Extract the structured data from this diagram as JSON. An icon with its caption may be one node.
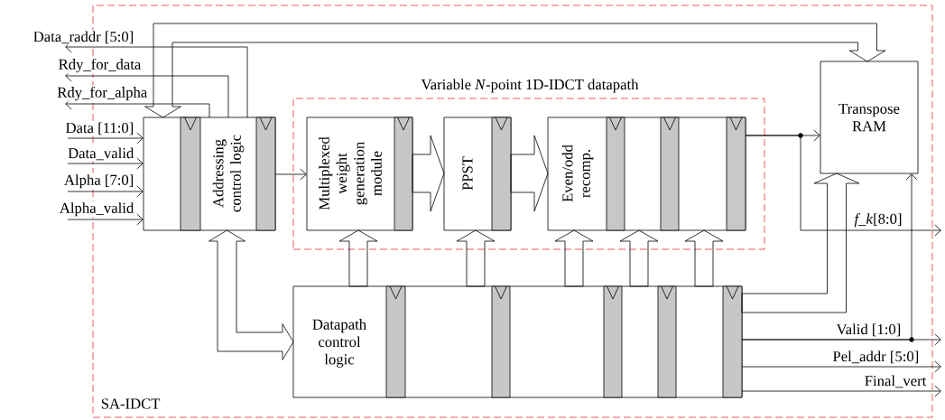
{
  "diagram": {
    "nodes": [
      {
        "text": [
          "SA-IDCT"
        ]
      },
      {
        "text": [
          "Variable *N*-point 1D-IDCT datapath"
        ],
        "in": 0
      },
      {
        "text": [
          "Addressing control logic"
        ],
        "in": 0
      },
      {
        "text": [
          "Multiplexed weight generation module"
        ],
        "in": 1
      },
      {
        "text": [
          "PPST"
        ],
        "in": 1
      },
      {
        "text": [
          "Even/odd recomp."
        ],
        "in": 1
      },
      {
        "text": [
          "Transpose RAM"
        ],
        "in": 0
      },
      {
        "text": [
          "Datapath control logic"
        ],
        "in": 0
      }
    ],
    "edges": [
      {
        "from": null,
        "to": 2,
        "arrow": "to",
        "label": "Data [11:0]"
      },
      {
        "from": null,
        "to": 2,
        "arrow": "to",
        "label": "Data_valid"
      },
      {
        "from": null,
        "to": 2,
        "arrow": "to",
        "label": "Alpha [7:0]"
      },
      {
        "from": null,
        "to": 2,
        "arrow": "to",
        "label": "Alpha_valid"
      },
      {
        "from": 2,
        "to": null,
        "arrow": "to",
        "label": "Data_raddr [5:0]"
      },
      {
        "from": 2,
        "to": null,
        "arrow": "to",
        "label": "Rdy_for_data"
      },
      {
        "from": 2,
        "to": null,
        "arrow": "to",
        "label": "Rdy_for_alpha"
      },
      {
        "from": 2,
        "to": 6,
        "arrow": "both",
        "style": "thick"
      },
      {
        "from": 2,
        "to": 3,
        "arrow": "to"
      },
      {
        "from": 3,
        "to": 4,
        "arrow": "to",
        "style": "thick"
      },
      {
        "from": 4,
        "to": 5,
        "arrow": "to",
        "style": "thick"
      },
      {
        "from": 5,
        "to": 6,
        "arrow": "to"
      },
      {
        "from": 5,
        "to": null,
        "arrow": "to",
        "label": "*f_k*[8:0]"
      },
      {
        "from": 2,
        "to": 7,
        "arrow": "both",
        "style": "thick"
      },
      {
        "from": 7,
        "to": 3,
        "arrow": "to",
        "style": "thick"
      },
      {
        "from": 7,
        "to": 4,
        "arrow": "to",
        "style": "thick"
      },
      {
        "from": 7,
        "to": 5,
        "arrow": "to",
        "style": "thick"
      },
      {
        "from": 7,
        "to": 5,
        "arrow": "to",
        "style": "thick"
      },
      {
        "from": 7,
        "to": 5,
        "arrow": "to",
        "style": "thick"
      },
      {
        "from": 7,
        "to": 6,
        "arrow": "to",
        "style": "thick"
      },
      {
        "from": 7,
        "to": 6,
        "arrow": "to"
      },
      {
        "from": 7,
        "to": null,
        "arrow": "to",
        "label": "Valid [1:0]"
      },
      {
        "from": 7,
        "to": null,
        "arrow": "to",
        "label": "Pel_addr [5:0]"
      },
      {
        "from": 7,
        "to": null,
        "arrow": "to",
        "label": "Final_vert"
      }
    ]
  }
}
